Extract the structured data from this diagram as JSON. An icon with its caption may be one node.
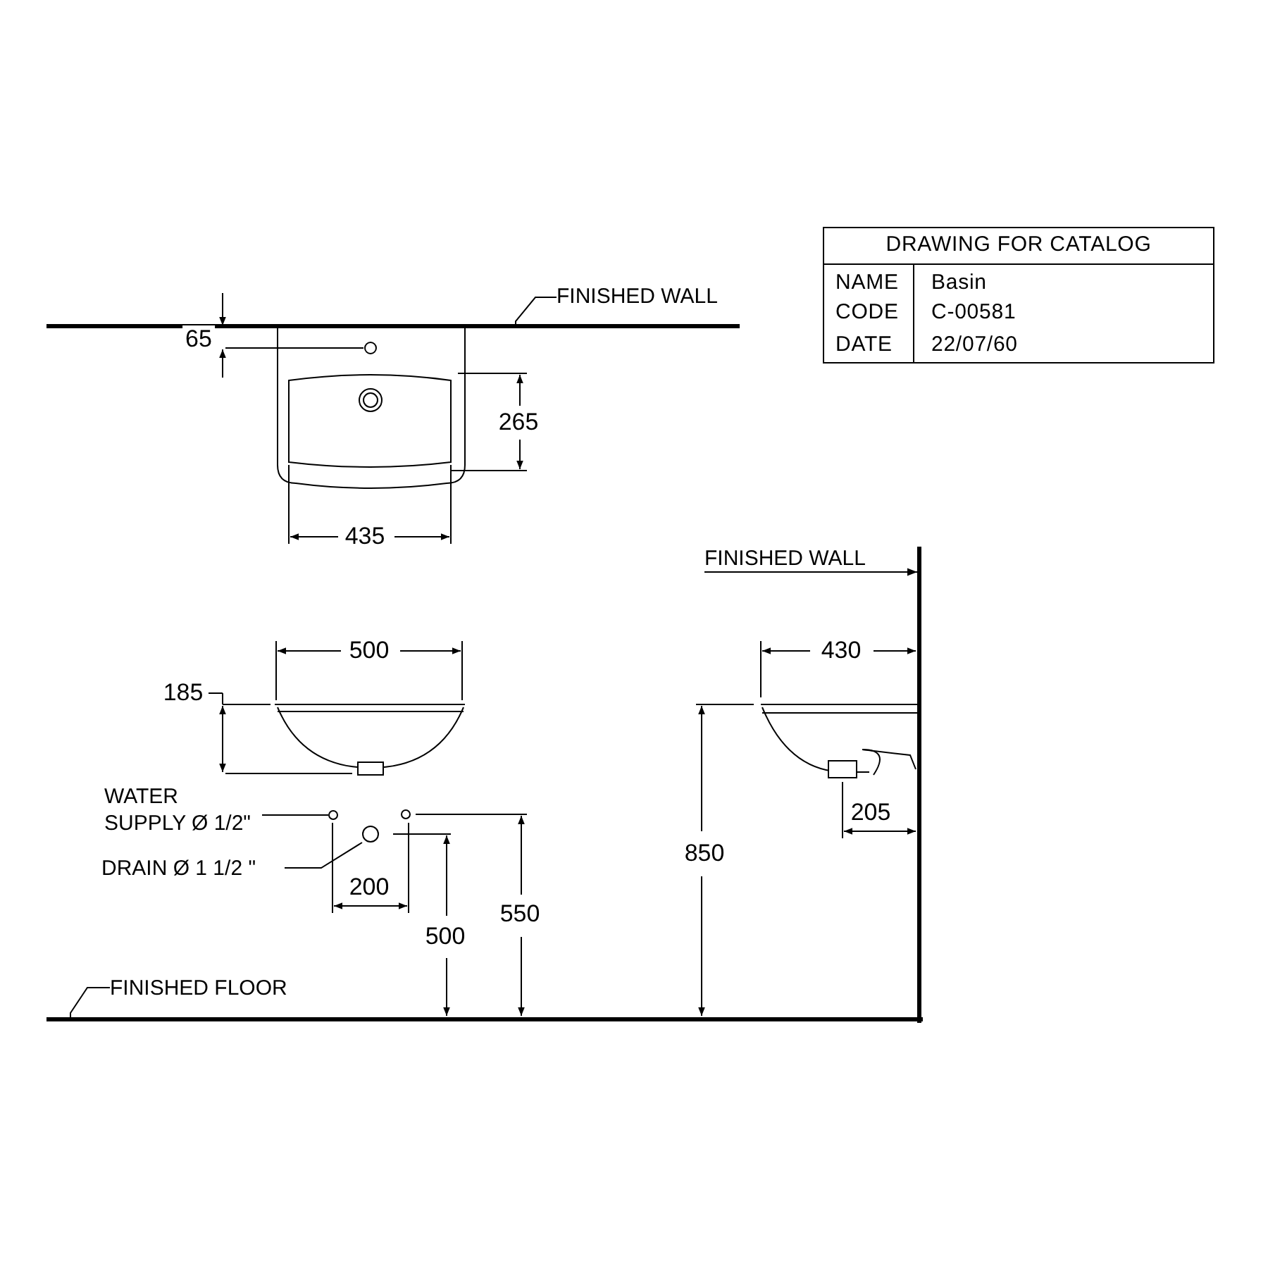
{
  "diagram": {
    "nodes": [
      {
        "text": [
          "FINISHED WALL"
        ]
      },
      {
        "text": [],
        "shape": "bar"
      },
      {
        "text": [
          "FINISHED WALL"
        ]
      },
      {
        "text": [],
        "shape": "bar"
      },
      {
        "text": [
          "WATER SUPPLY Ø 1/2\""
        ]
      },
      {
        "text": [],
        "shape": "circle"
      },
      {
        "text": [
          "DRAIN Ø 1 1/2 \""
        ]
      },
      {
        "text": [],
        "shape": "circle"
      },
      {
        "text": [
          "FINISHED FLOOR"
        ]
      },
      {
        "text": [],
        "shape": "bar"
      }
    ],
    "edges": [
      {
        "from": 0,
        "to": 1,
        "arrow": "none"
      },
      {
        "from": 2,
        "to": 3,
        "arrow": "to"
      },
      {
        "from": 4,
        "to": 5,
        "arrow": "none"
      },
      {
        "from": 6,
        "to": 7,
        "arrow": "none"
      },
      {
        "from": 8,
        "to": 9,
        "arrow": "none"
      }
    ],
    "labels": [
      "DRAWING FOR CATALOG",
      "NAME",
      "Basin",
      "CODE",
      "C-00581",
      "65",
      "DATE",
      "22/07/60",
      "265",
      "435",
      "500",
      "185",
      "430",
      "205",
      "200",
      "850",
      "550",
      "500"
    ]
  }
}
